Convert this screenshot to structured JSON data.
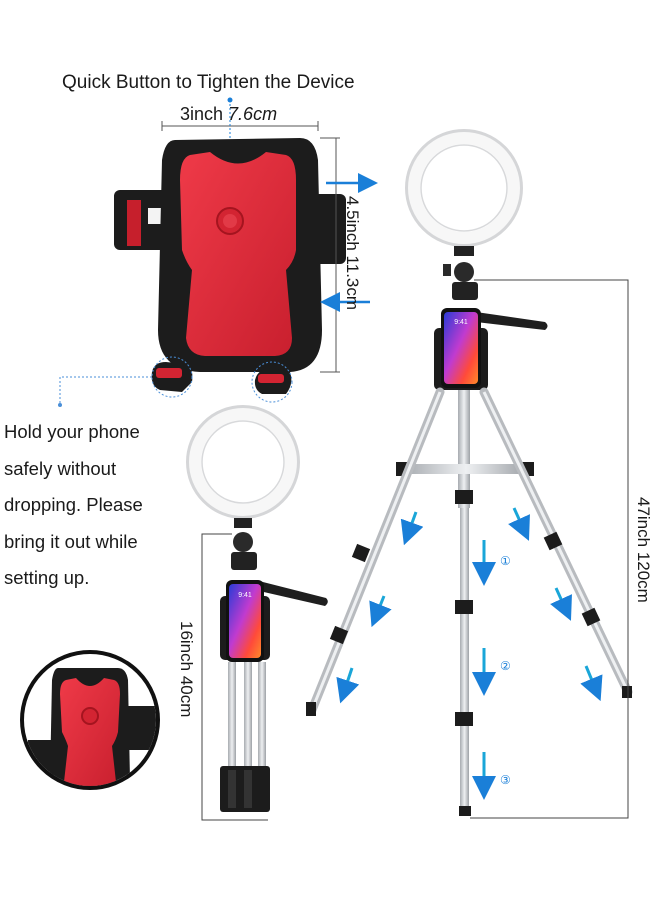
{
  "headline": "Quick Button to Tighten the Device",
  "width_label": {
    "imperial": "3inch",
    "metric": "7.6cm"
  },
  "height_label_holder": "4.5inch 11.3cm",
  "height_label_tall": "47inch 120cm",
  "height_label_short": "16inch 40cm",
  "side_note": {
    "lines": [
      "Hold your phone",
      "safely without",
      "dropping. Please",
      "bring it out while",
      "setting up."
    ]
  },
  "extension_steps": [
    "①",
    "②",
    "③"
  ],
  "phone_time": "9:41",
  "colors": {
    "holder_red": "#e8323f",
    "holder_black": "#1c1c1c",
    "arrow_blue": "#1a7fd8",
    "tripod_silver": "#c9ccd0",
    "ring_light": "#f4f4f4"
  }
}
